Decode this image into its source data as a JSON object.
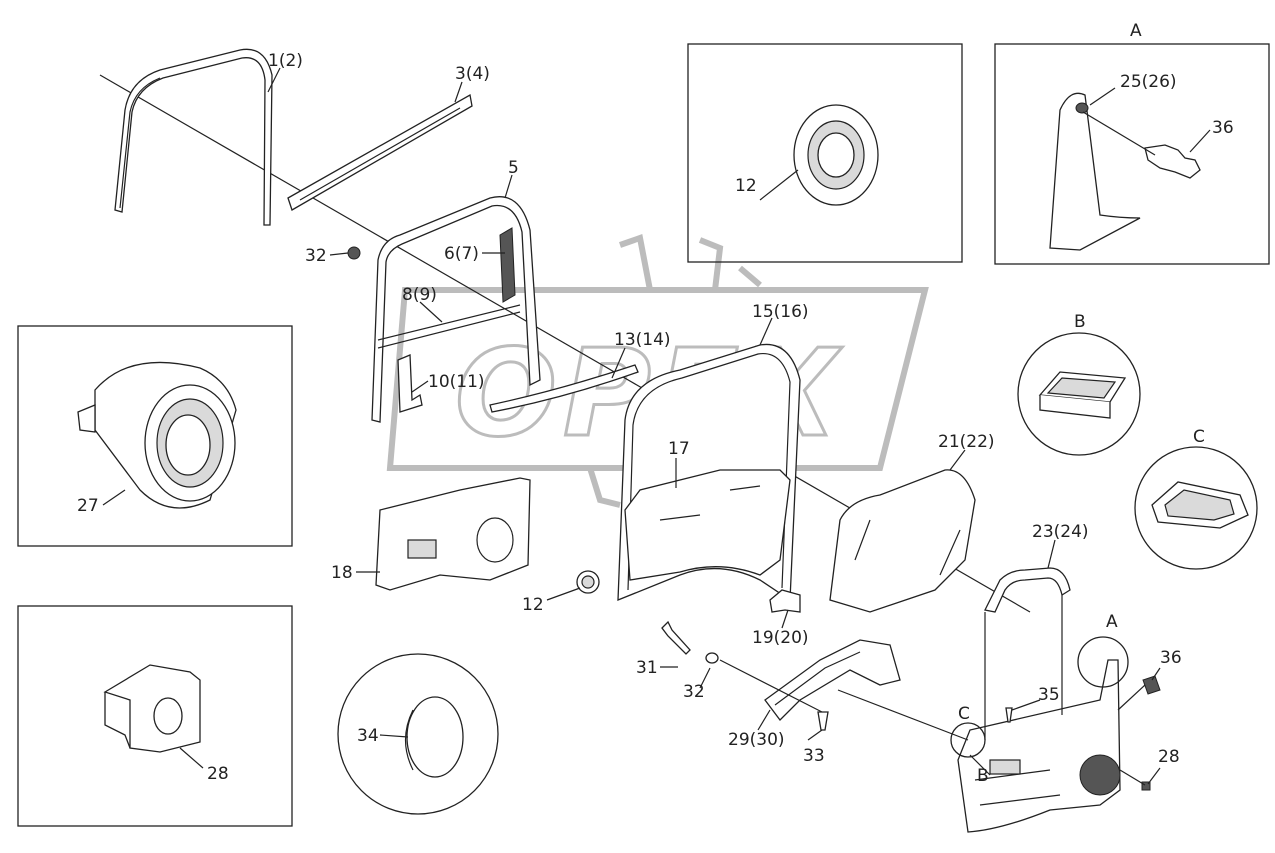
{
  "diagram": {
    "watermark": "OPEX",
    "labels": {
      "l1": "1(2)",
      "l3": "3(4)",
      "l5": "5",
      "l6": "6(7)",
      "l8": "8(9)",
      "l10": "10(11)",
      "l12a": "12",
      "l12b": "12",
      "l13": "13(14)",
      "l15": "15(16)",
      "l17": "17",
      "l18": "18",
      "l19": "19(20)",
      "l21": "21(22)",
      "l23": "23(24)",
      "l25": "25(26)",
      "l27": "27",
      "l28a": "28",
      "l28b": "28",
      "l29": "29(30)",
      "l31": "31",
      "l32a": "32",
      "l32b": "32",
      "l33": "33",
      "l34": "34",
      "l35": "35",
      "l36a": "36",
      "l36b": "36",
      "detailA1": "A",
      "detailA2": "A",
      "detailB1": "B",
      "detailB2": "B",
      "detailC1": "C",
      "detailC2": "C"
    }
  }
}
